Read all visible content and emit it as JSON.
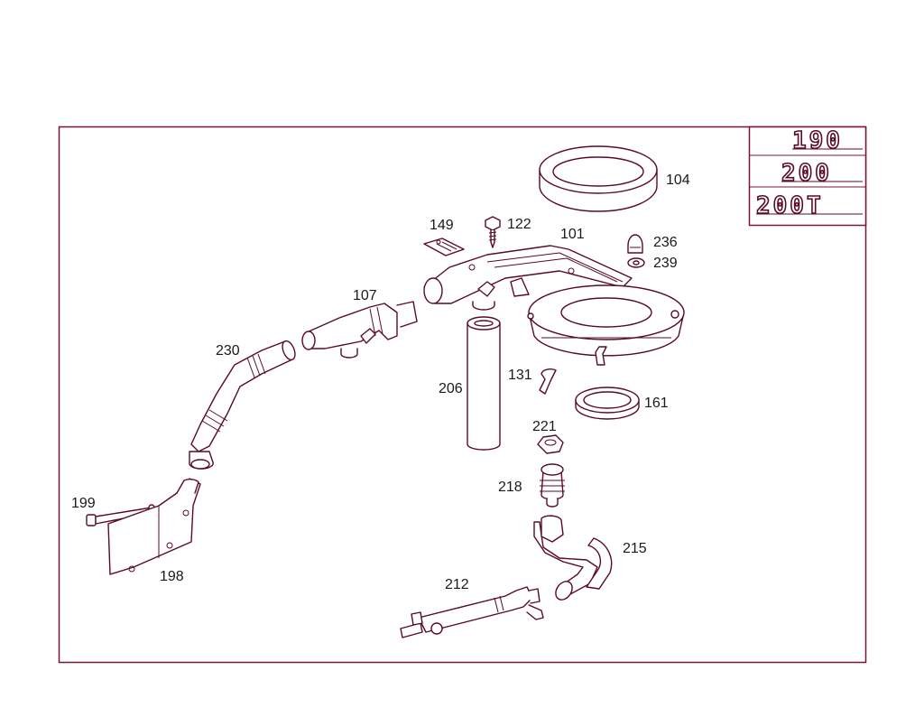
{
  "diagram": {
    "model_badges": [
      "190",
      "200",
      "200T"
    ],
    "part_labels": {
      "p104": "104",
      "p149": "149",
      "p122": "122",
      "p101": "101",
      "p236": "236",
      "p239": "239",
      "p107": "107",
      "p230": "230",
      "p206": "206",
      "p131": "131",
      "p161": "161",
      "p221": "221",
      "p218": "218",
      "p199": "199",
      "p198": "198",
      "p215": "215",
      "p212": "212"
    },
    "colors": {
      "line": "#5a0a24",
      "frame": "#7a1433",
      "text": "#1a1a1a"
    }
  }
}
